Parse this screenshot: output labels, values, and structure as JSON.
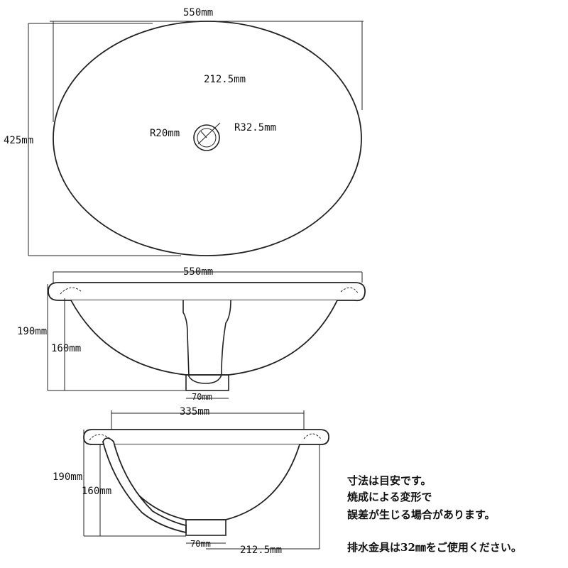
{
  "top_view": {
    "width": "550mm",
    "depth": "425mm",
    "drain_offset": "212.5mm",
    "drain_radius_inner": "R20mm",
    "drain_radius_outer": "R32.5mm"
  },
  "front_view": {
    "width": "550mm",
    "total_height": "190mm",
    "bowl_height": "160mm",
    "drain_width": "70mm"
  },
  "side_view": {
    "width": "335mm",
    "total_height": "190mm",
    "bowl_height": "160mm",
    "drain_width": "70mm",
    "drain_offset": "212.5mm"
  },
  "notes": [
    "寸法は目安です。",
    "焼成による変形で",
    "誤差が生じる場合があります。"
  ],
  "drain_note": "排水金具は32㎜をご使用ください。"
}
